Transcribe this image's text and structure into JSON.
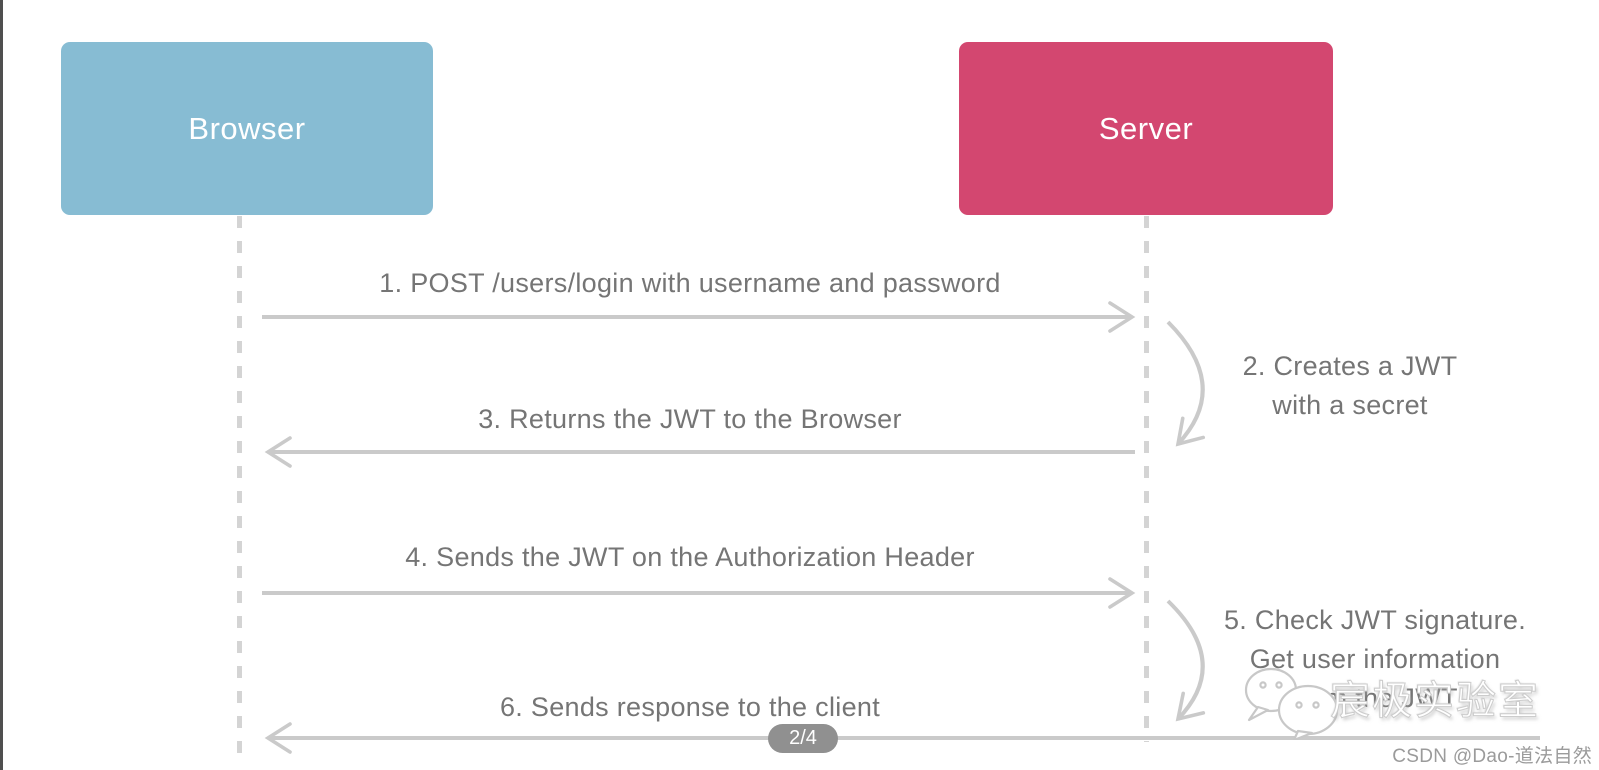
{
  "diagram": {
    "actors": [
      {
        "label": "Browser",
        "color": "#87bcd3"
      },
      {
        "label": "Server",
        "color": "#d34770"
      }
    ],
    "messages": [
      {
        "lines": [
          "1. POST /users/login with username and password"
        ],
        "from": "Browser",
        "to": "Server"
      },
      {
        "lines": [
          "2. Creates a JWT",
          "with a secret"
        ],
        "from": "Server",
        "to": "Server"
      },
      {
        "lines": [
          "3. Returns the JWT to the Browser"
        ],
        "from": "Server",
        "to": "Browser"
      },
      {
        "lines": [
          "4. Sends the JWT on the Authorization Header"
        ],
        "from": "Browser",
        "to": "Server"
      },
      {
        "lines": [
          "5. Check JWT signature.",
          "Get user information",
          "from the JWT"
        ],
        "from": "Server",
        "to": "Server"
      },
      {
        "lines": [
          "6. Sends response to the client"
        ],
        "from": "Server",
        "to": "Browser"
      }
    ]
  },
  "overlay": {
    "pagination": "2/4",
    "watermark_text": "宸极实验室",
    "watermark_icon": "wechat-icon",
    "credit": "CSDN @Dao-道法自然"
  },
  "colors": {
    "actor_browser": "#87bcd3",
    "actor_server": "#d34770",
    "arrow": "#cacaca",
    "lifeline": "#d4d4d4",
    "label_text": "#757575",
    "badge_bg": "#909090",
    "badge_text": "#ffffff",
    "credit_text": "#9b9b9b"
  }
}
